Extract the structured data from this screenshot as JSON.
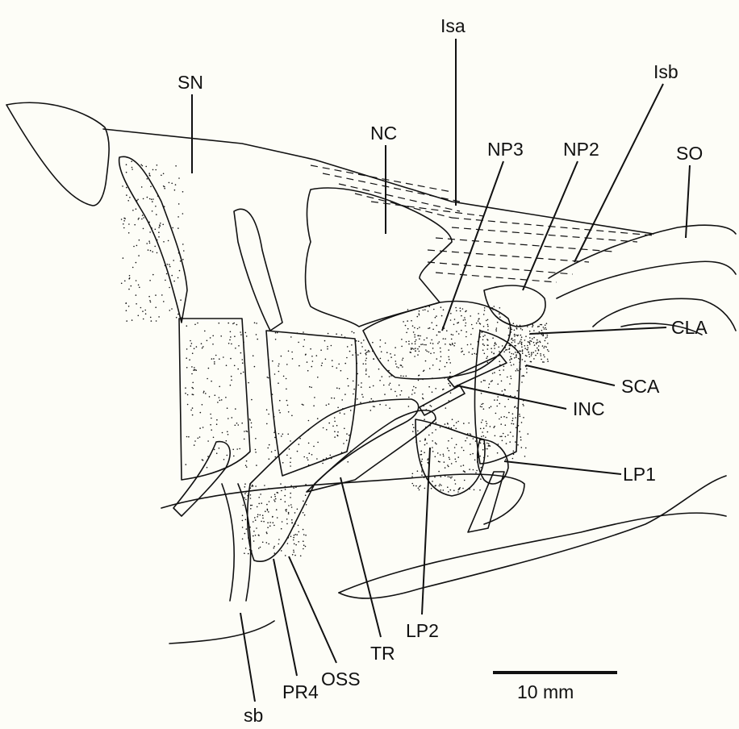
{
  "labels": {
    "isa": "Isa",
    "isb": "Isb",
    "sn": "SN",
    "nc": "NC",
    "np3": "NP3",
    "np2": "NP2",
    "so": "SO",
    "cla": "CLA",
    "sca": "SCA",
    "inc": "INC",
    "lp1": "LP1",
    "lp2": "LP2",
    "tr": "TR",
    "oss": "OSS",
    "pr4": "PR4",
    "sb": "sb"
  },
  "scale_bar": {
    "label": "10 mm"
  }
}
